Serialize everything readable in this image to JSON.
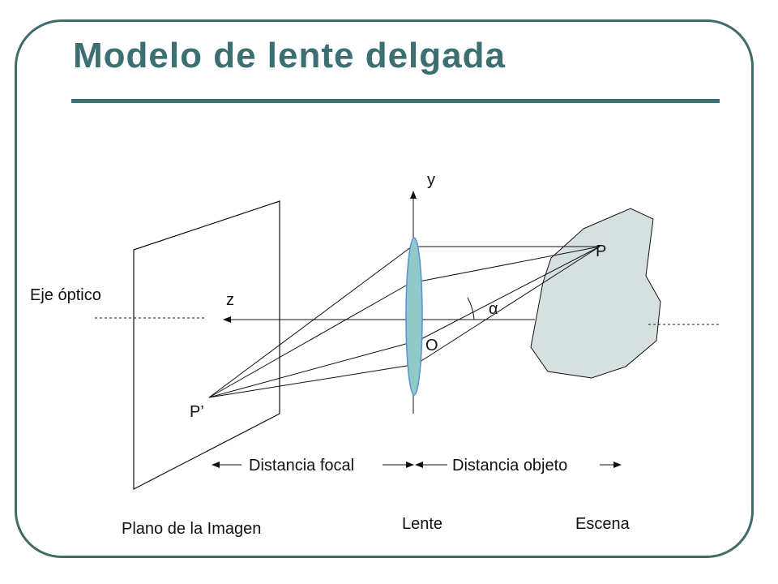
{
  "title": "Modelo de lente delgada",
  "labels": {
    "y_axis": "y",
    "z_axis": "z",
    "point_p": "P",
    "point_p_prime": "P’",
    "alpha": "α",
    "origin": "O",
    "optical_axis": "Eje óptico",
    "focal_distance": "Distancia focal",
    "object_distance": "Distancia objeto",
    "image_plane": "Plano de la Imagen",
    "lens": "Lente",
    "scene": "Escena"
  },
  "colors": {
    "title": "#3b6f72",
    "frame": "#3f6b6b",
    "lens_fill": "#8fc9c9",
    "lens_stroke": "#5a8fd0",
    "scene_fill": "#d7e0e0"
  }
}
